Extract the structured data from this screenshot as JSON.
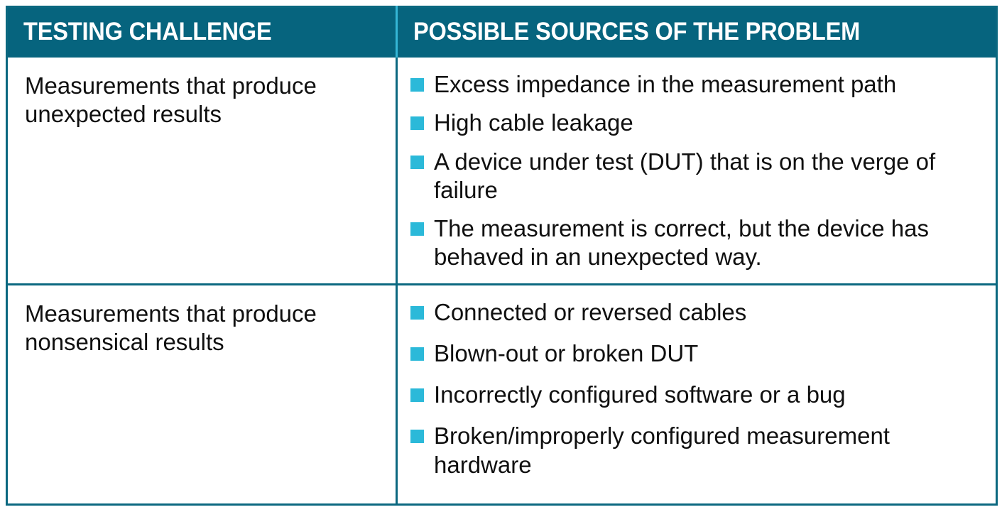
{
  "colors": {
    "header_bg": "#06647e",
    "header_text": "#ffffff",
    "border": "#0b6880",
    "header_divider": "#35b6d6",
    "bullet": "#2bb9d9",
    "body_text": "#101010",
    "page_bg": "#ffffff"
  },
  "table": {
    "columns": [
      {
        "key": "challenge",
        "header": "TESTING CHALLENGE"
      },
      {
        "key": "sources",
        "header": "POSSIBLE SOURCES OF THE PROBLEM"
      }
    ],
    "rows": [
      {
        "challenge": "Measurements that produce unexpected results",
        "sources": [
          "Excess impedance in the measurement path",
          "High cable leakage",
          "A device under test (DUT) that is on the verge of failure",
          "The measurement is correct, but the device has behaved in an unexpected way."
        ]
      },
      {
        "challenge": "Measurements that produce nonsensical results",
        "sources": [
          "Connected or reversed cables",
          "Blown-out or broken DUT",
          "Incorrectly configured software or a bug",
          "Broken/improperly configured measurement hardware"
        ]
      }
    ]
  }
}
